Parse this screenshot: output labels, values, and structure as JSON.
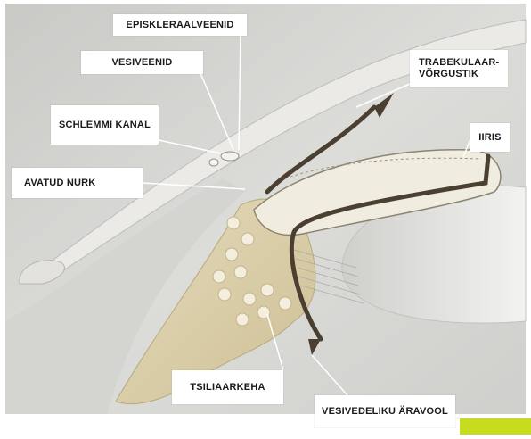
{
  "labels": {
    "episkleraalveenid": "EPISKLERAALVEENID",
    "vesiveenid": "VESIVEENID",
    "trabekulaar_line1": "TRABEKULAAR-",
    "trabekulaar_line2": "VÕRGUSTIK",
    "schlemmi_kanal": "SCHLEMMI KANAL",
    "iiris": "IIRIS",
    "avatud_nurk": "AVATUD NURK",
    "tsiliaarkeha": "TSILIAARKEHA",
    "vesivedeliku_aravool": "VESIVEDELIKU ÄRAVOOL"
  },
  "colors": {
    "background": "#d9d9d6",
    "accent": "#c8dc1e",
    "arrow": "#4a3f30",
    "tissue": "#ece6cf"
  }
}
